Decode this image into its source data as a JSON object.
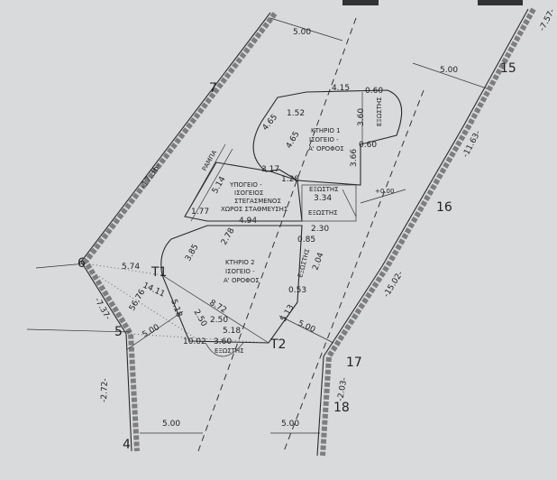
{
  "points": {
    "p7": "7",
    "p15": "15",
    "p16": "16",
    "p6": "6",
    "p5": "5",
    "p17": "17",
    "p18": "18",
    "p4": "4",
    "t1": "T1",
    "t2": "T2"
  },
  "dimensions": [
    "5.00",
    "5.00",
    "-17.36-",
    "-11.63-",
    "-15.02-",
    "-7.37-",
    "-2.72-",
    "-2.03-",
    "-7.57-",
    "5.00",
    "5.00",
    "4.15",
    "0.60",
    "3.60",
    "0.60",
    "3.66",
    "1.52",
    "4.65",
    "4.65",
    "3.17",
    "1.28",
    "3.34",
    "2.30",
    "4.94",
    "5.14",
    "1.77",
    "2.78",
    "3.85",
    "5.74",
    "14.11",
    "56.76",
    "5.00",
    "5.18",
    "8.72",
    "2.50",
    "2.50",
    "5.18",
    "10.02",
    "3.60",
    "0.85",
    "2.04",
    "0.53",
    "5.13",
    "5.00",
    "+0.00"
  ],
  "rooms": {
    "b1": [
      "ΚΤΗΡΙΟ 1",
      "ΙΣΟΓΕΙΟ -",
      "Α' ΟΡΟΦΟΣ"
    ],
    "parking": [
      "ΥΠΟΓΕΙΟ -",
      "ΙΣΟΓΕΙΟΣ",
      "ΣΤΕΓΑΣΜΕΝΟΣ",
      "ΧΩΡΟΣ ΣΤΑΘΜΕΥΣΗΣ"
    ],
    "b2": [
      "ΚΤΗΡΙΟ 2",
      "ΙΣΟΓΕΙΟ -",
      "Α' ΟΡΟΦΟΣ"
    ],
    "exostis": "ΕΞΩΣΤΗΣ",
    "rampa": "ΡΑΜΠΑ"
  }
}
